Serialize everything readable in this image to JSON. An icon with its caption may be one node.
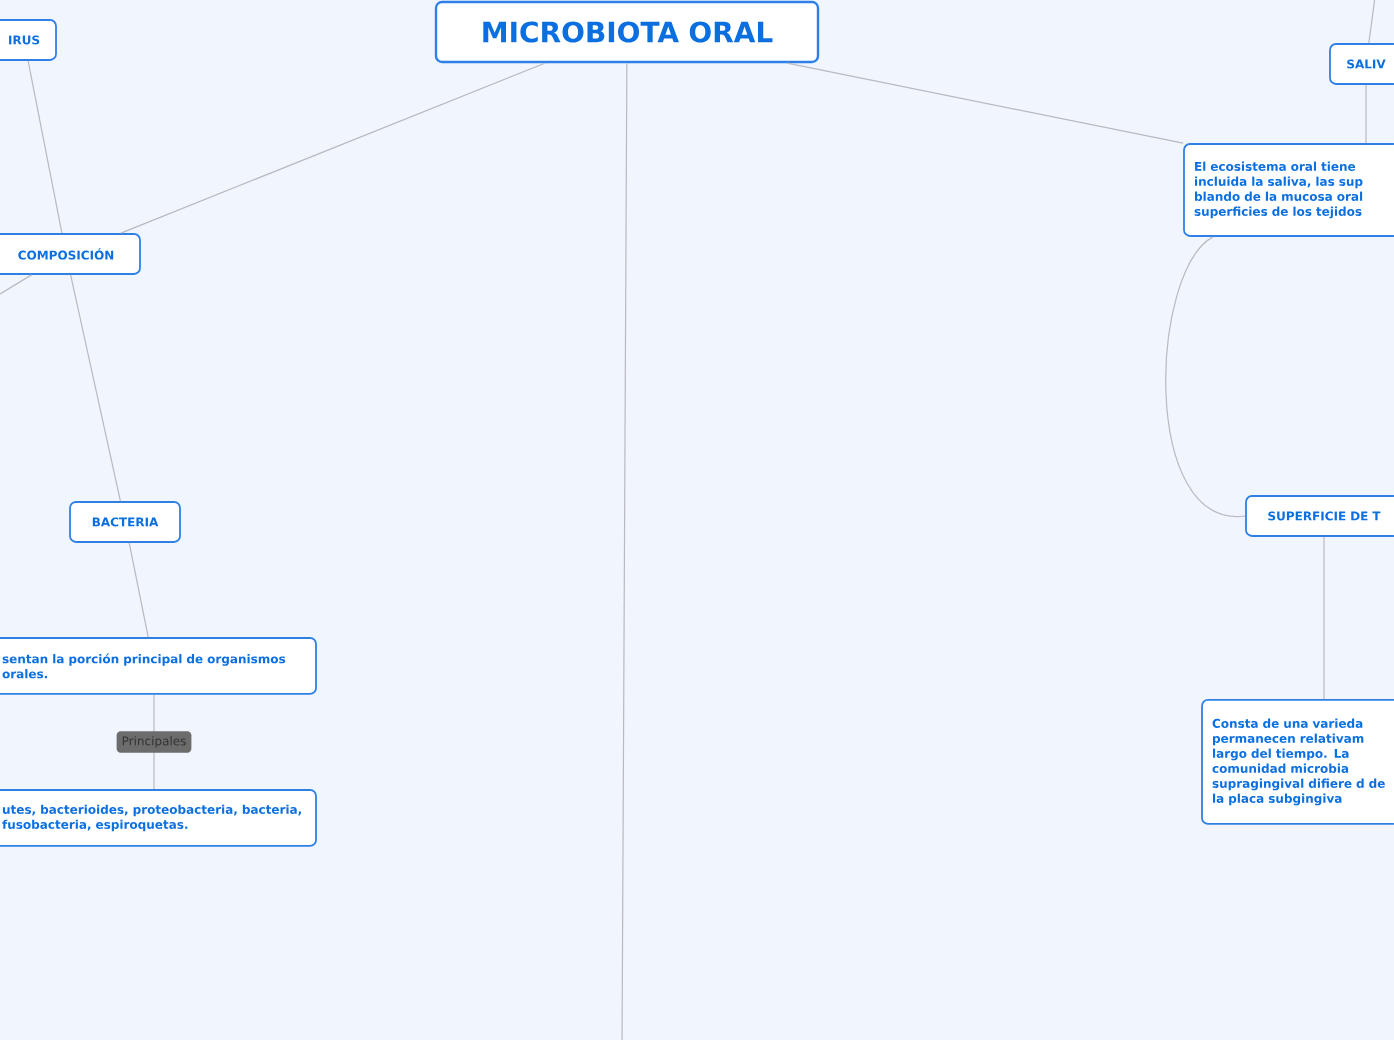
{
  "diagram": {
    "nodes": [
      {
        "text": [
          "MICROBIOTA ORAL"
        ]
      },
      {
        "text": [
          "IRUS"
        ]
      },
      {
        "text": [
          "COMPOSICIÓN"
        ]
      },
      {
        "text": [
          "BACTERIA"
        ]
      },
      {
        "text": [
          "sentan la porción principal de organismos orales."
        ]
      },
      {
        "text": [
          "utes, bacterioides, proteobacteria, bacteria, fusobacteria, espiroquetas."
        ]
      },
      {
        "text": [
          "SALIV"
        ]
      },
      {
        "text": [
          "El ecosistema oral tiene incluida la saliva, las sup blando de la mucosa oral superficies de los tejidos"
        ]
      },
      {
        "text": [
          "SUPERFICIE DE T"
        ]
      },
      {
        "text": [
          "Consta de una varieda permanecen relativam largo del tiempo. La comunidad microbia supragingival difiere d de la placa subgingiva"
        ]
      }
    ],
    "edges": [
      {
        "from": 0,
        "to": 2,
        "arrow": "none"
      },
      {
        "from": 0,
        "to": null,
        "arrow": "none"
      },
      {
        "from": 0,
        "to": 7,
        "arrow": "none"
      },
      {
        "from": 2,
        "to": 1,
        "arrow": "none"
      },
      {
        "from": 2,
        "to": 3,
        "arrow": "none"
      },
      {
        "from": 2,
        "to": null,
        "arrow": "none"
      },
      {
        "from": 3,
        "to": 4,
        "arrow": "none"
      },
      {
        "from": 4,
        "to": 5,
        "arrow": "none",
        "label": "Principales"
      },
      {
        "from": 6,
        "to": null,
        "arrow": "none"
      },
      {
        "from": 6,
        "to": 7,
        "arrow": "none"
      },
      {
        "from": 7,
        "to": 8,
        "arrow": "none"
      },
      {
        "from": 8,
        "to": 9,
        "arrow": "none"
      }
    ]
  }
}
